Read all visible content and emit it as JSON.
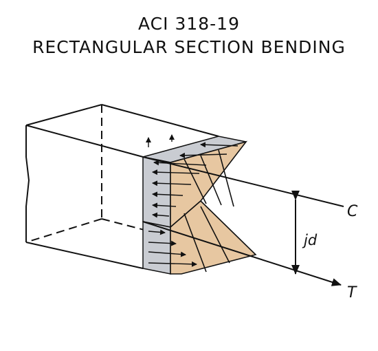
{
  "title": {
    "line1": "ACI 318-19",
    "line2": "RECTANGULAR SECTION BENDING"
  },
  "labels": {
    "compression": "C",
    "tension": "T",
    "lever_arm": "jd"
  },
  "colors": {
    "compression_zone": "#c9ccd2",
    "strain_wedge": "#e7c7a1",
    "line": "#111111"
  }
}
